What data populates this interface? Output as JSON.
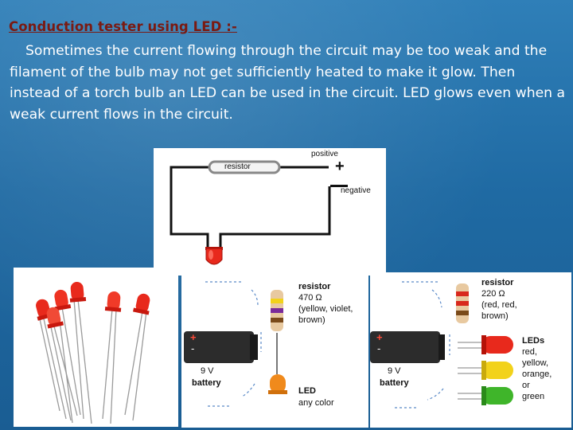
{
  "slide": {
    "title": "Conduction tester using LED :-",
    "body": "Sometimes the current flowing through the circuit may be too weak and the filament of the bulb may not get sufficiently heated to make it glow. Then instead of a torch bulb an LED can be used in the circuit. LED glows even when a weak current flows in the circuit."
  },
  "circuit_diagram": {
    "resistor_label": "resistor",
    "positive_label": "positive",
    "plus_sign": "+",
    "negative_label": "negative"
  },
  "panel_a": {
    "resistor_title": "resistor",
    "resistor_value": "470 Ω",
    "resistor_colors": "(yellow, violet,",
    "resistor_colors_2": "brown)",
    "battery_voltage": "9 V",
    "battery_label": "battery",
    "battery_plus": "+",
    "battery_minus": "-",
    "led_title": "LED",
    "led_desc": "any color"
  },
  "panel_b": {
    "resistor_title": "resistor",
    "resistor_value": "220 Ω",
    "resistor_colors": "(red, red,",
    "resistor_colors_2": "brown)",
    "battery_voltage": "9 V",
    "battery_label": "battery",
    "battery_plus": "+",
    "battery_minus": "-",
    "leds_title": "LEDs",
    "leds_colors": [
      "red,",
      "yellow,",
      "orange,",
      "or",
      "green"
    ]
  },
  "colors": {
    "background": "#1f6aa3",
    "title": "#7a1a12",
    "led_red": "#e8291c",
    "led_orange": "#f08a1c",
    "led_yellow": "#f2d21b",
    "led_green": "#3fb52a"
  }
}
